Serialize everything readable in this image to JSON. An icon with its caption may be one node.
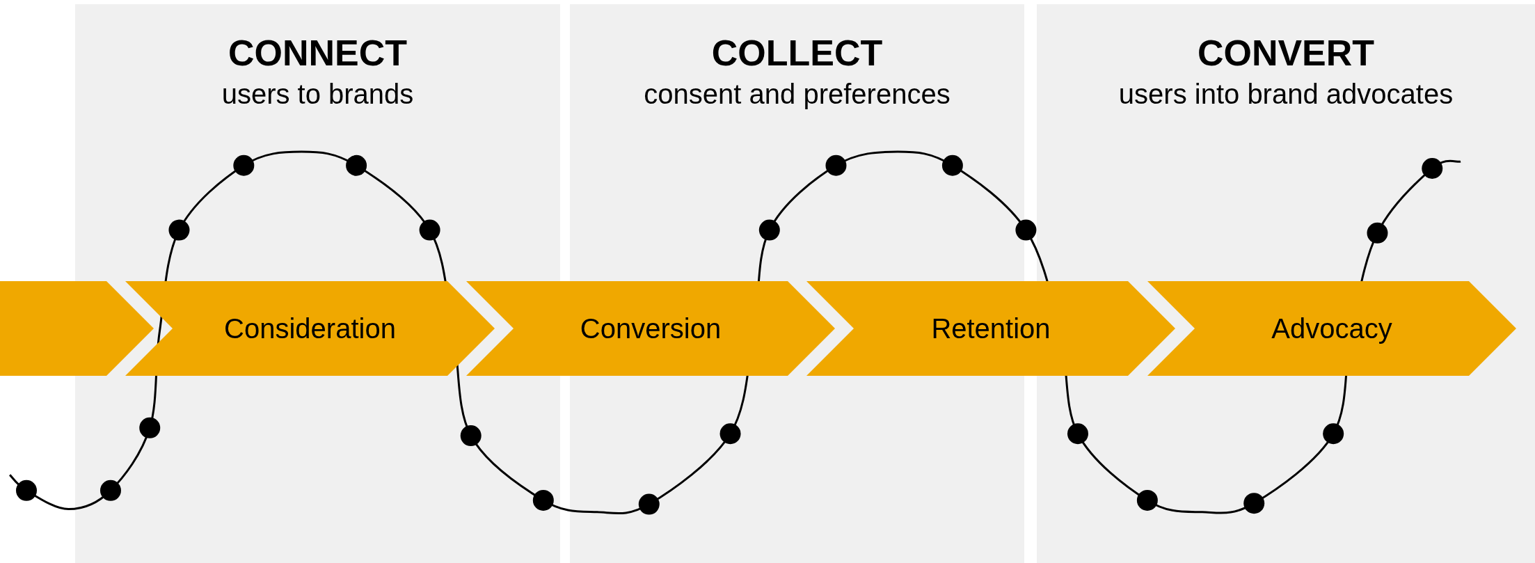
{
  "diagram": {
    "nodes": [
      {
        "text": [
          "CONNECT",
          "users to brands"
        ]
      },
      {
        "text": [
          "COLLECT",
          "consent and preferences"
        ]
      },
      {
        "text": [
          "CONVERT",
          "users into brand advocates"
        ]
      },
      {
        "text": [],
        "shape": "chevron"
      },
      {
        "text": [
          "Consideration"
        ]
      },
      {
        "text": [
          "Conversion"
        ]
      },
      {
        "text": [
          "Retention"
        ]
      },
      {
        "text": [
          "Advocacy"
        ]
      }
    ]
  }
}
